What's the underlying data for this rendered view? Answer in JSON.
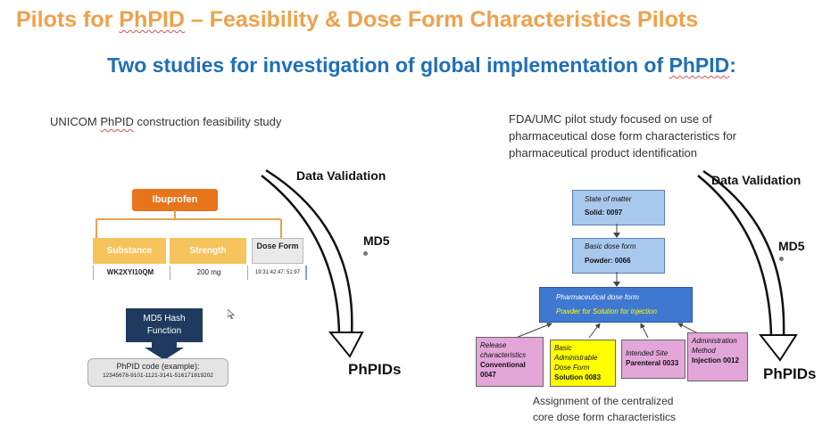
{
  "title": {
    "pre": "Pilots for ",
    "term": "PhPID",
    "post": " – Feasibility & Dose Form Characteristics Pilots"
  },
  "subtitle": {
    "pre": "Two  studies for investigation of global implementation of ",
    "term": "PhPID",
    "post": ":"
  },
  "left": {
    "caption": {
      "pre": "UNICOM ",
      "term": "PhPID",
      "post": " construction feasibility study"
    },
    "ibuprofen": "Ibuprofen",
    "substance": "Substance",
    "strength": "Strength",
    "dose_form": "Dose Form",
    "substance_val": "WK2XYI10QM",
    "strength_val": "200 mg",
    "dose_form_val": "19:31:42:47: 51:97",
    "hash_label": "MD5 Hash Function",
    "code_title": "PhPID code (example):",
    "code_value": "12345678-9101-1121-3141-516171819202",
    "data_validation": "Data Validation",
    "md5": "MD5",
    "phpids": "PhPIDs"
  },
  "right": {
    "caption_lines": [
      "FDA/UMC pilot study focused on use of",
      "pharmaceutical dose form characteristics for",
      "pharmaceutical product identification"
    ],
    "state_title": "State of matter",
    "state_value": "Solid:  0097",
    "basic_title": "Basic  dose form",
    "basic_value": "Powder: 0066",
    "pharm_title": "Pharmaceutical dose form",
    "pharm_value": "Powder for Solution for injection",
    "boxes": [
      {
        "title": "Release characteristics",
        "value": "Conventional 0047"
      },
      {
        "title": "Basic Administrable Dose Form",
        "value": "Solution 0083"
      },
      {
        "title": "Intended Site",
        "value": "Parenteral 0033"
      },
      {
        "title": "Administration Method",
        "value": "Injection 0012"
      }
    ],
    "assignment_lines": [
      "Assignment of the centralized",
      "core dose form characteristics"
    ],
    "data_validation": "Data Validation",
    "md5": "MD5",
    "phpids": "PhPIDs"
  },
  "colors": {
    "title": "#f0a04b",
    "subtitle": "#1f6fb8",
    "orange": "#e8741c",
    "amber": "#f7c35c",
    "navy": "#1f3a5f",
    "blue_box": "#a9c8ee",
    "pharm_box": "#3f78d0",
    "pink": "#e3a6d9",
    "yellow": "#ffff00"
  }
}
